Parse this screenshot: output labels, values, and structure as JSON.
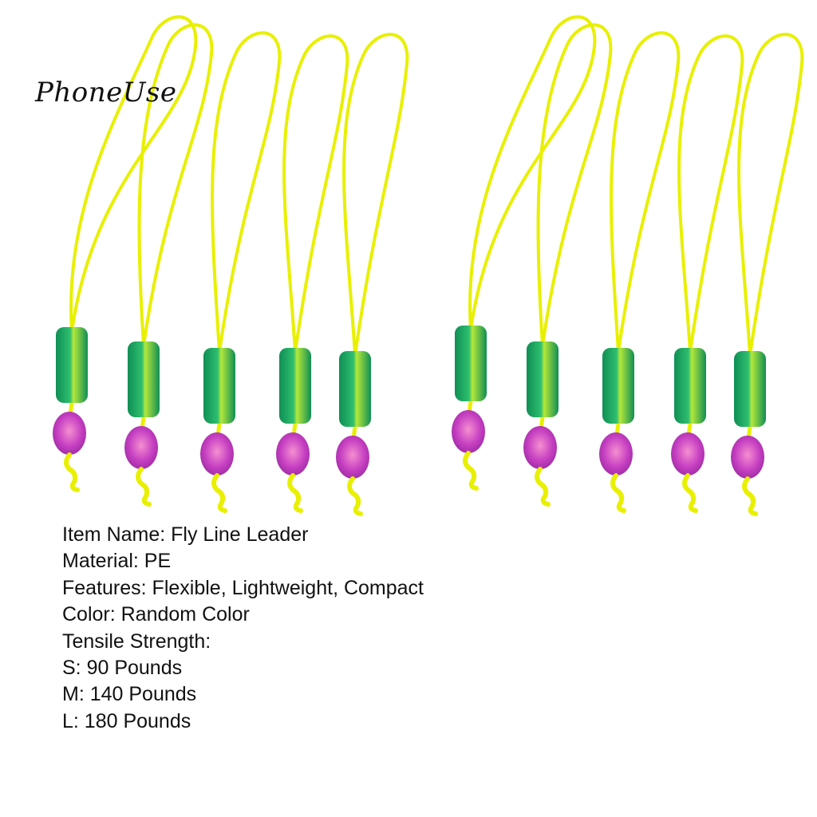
{
  "brand": {
    "text": "PhoneUse"
  },
  "product": {
    "groups": 2,
    "leaders_per_group": 5,
    "colors": {
      "line": "#e8f000",
      "tube": "#1aa86a",
      "tube_highlight": "#9fe060",
      "bead": "#c040c8",
      "bead_highlight": "#f090d0"
    }
  },
  "specs": [
    "Item Name: Fly Line Leader",
    "Material: PE",
    "Features: Flexible, Lightweight, Compact",
    "Color: Random Color",
    "Tensile Strength:",
    "S: 90 Pounds",
    "M: 140 Pounds",
    "L: 180 Pounds"
  ]
}
